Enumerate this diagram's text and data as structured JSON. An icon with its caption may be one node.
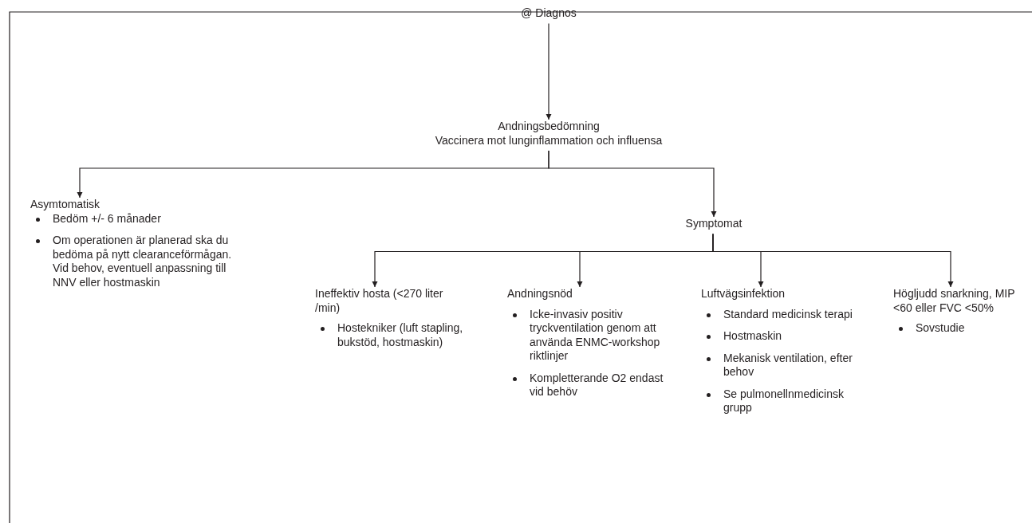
{
  "diagram": {
    "nodes": [
      {
        "text": [
          "@ Diagnos"
        ]
      },
      {
        "text": [
          "Andningsbedömning",
          "Vaccinera mot lunginflammation och influensa"
        ]
      },
      {
        "text": [
          "Asymtomatisk",
          "Bedöm +/- 6 månader",
          "Om operationen är planerad ska du bedöma på nytt clearanceförmågan. Vid behov, eventuell anpassning till NNV eller hostmaskin"
        ]
      },
      {
        "text": [
          "Symptomat"
        ]
      },
      {
        "text": [
          "Ineffektiv hosta (<270 liter /min)",
          "Hostekniker (luft stapling, bukstöd, hostmaskin)"
        ]
      },
      {
        "text": [
          "Andningsnöd",
          "Icke-invasiv positiv tryckventilation genom att använda ENMC-workshop riktlinjer",
          "Kompletterande O2 endast vid behöv"
        ]
      },
      {
        "text": [
          "Luftvägsinfektion",
          "Standard medicinsk terapi",
          "Hostmaskin",
          "Mekanisk ventilation, efter behov",
          "Se pulmonellnmedicinsk grupp"
        ]
      },
      {
        "text": [
          "Högljudd snarkning, MIP <60 eller FVC <50%",
          "Sovstudie"
        ]
      }
    ],
    "edges": [
      {
        "from": 0,
        "to": 1,
        "arrow": "to"
      },
      {
        "from": 1,
        "to": 2,
        "arrow": "to"
      },
      {
        "from": 1,
        "to": 3,
        "arrow": "to"
      },
      {
        "from": 3,
        "to": 4,
        "arrow": "to"
      },
      {
        "from": 3,
        "to": 5,
        "arrow": "to"
      },
      {
        "from": 3,
        "to": 6,
        "arrow": "to"
      },
      {
        "from": 3,
        "to": 7,
        "arrow": "to"
      }
    ]
  }
}
